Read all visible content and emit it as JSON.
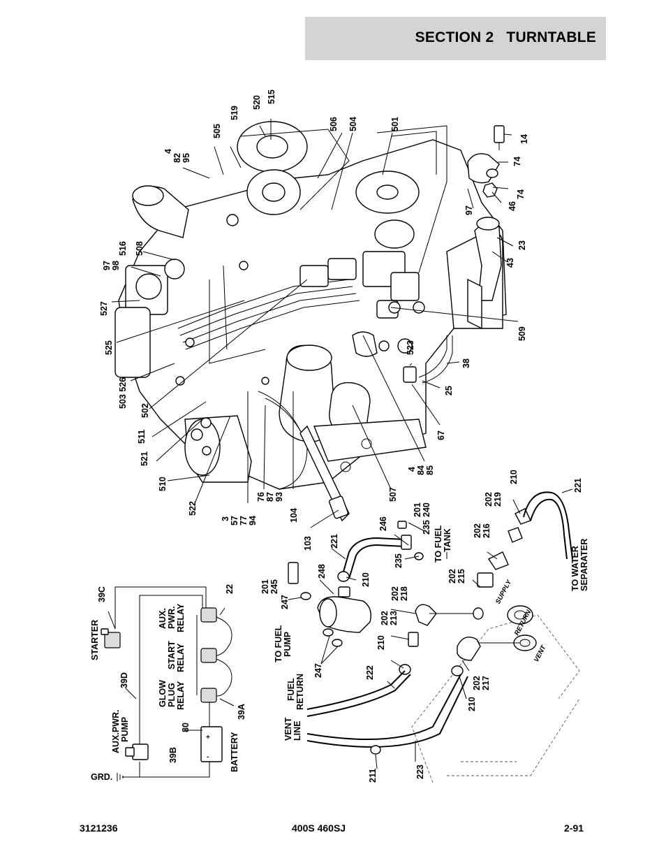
{
  "header": {
    "title": "SECTION 2   TURNTABLE"
  },
  "footer": {
    "left": "3121236",
    "center": "400S 460SJ",
    "right": "2-91"
  },
  "callouts": {
    "c515": "515",
    "c520": "520",
    "c519": "519",
    "c506": "506",
    "c504": "504",
    "c501": "501",
    "c505": "505",
    "c14": "14",
    "c74a": "74",
    "c74b": "74",
    "c46": "46",
    "c97a": "97",
    "c23": "23",
    "c43": "43",
    "c4_82_95": [
      "4",
      "82",
      "95"
    ],
    "c97_98": [
      "97",
      "98"
    ],
    "c516": "516",
    "c508": "508",
    "c527": "527",
    "c525": "525",
    "c503_526": "503 526",
    "c502": "502",
    "c511": "511",
    "c521": "521",
    "c510": "510",
    "c522": "522",
    "c3_57_77_94": [
      "3",
      "57",
      "77",
      "94"
    ],
    "c76_87_93": [
      "76",
      "87",
      "93"
    ],
    "c104": "104",
    "c103": "103",
    "c507": "507",
    "c4_84_85": [
      "4",
      "84",
      "85"
    ],
    "c67": "67",
    "c25": "25",
    "c38": "38",
    "c523": "523",
    "c509": "509",
    "c201_240": [
      "201",
      "240"
    ],
    "c246": "246",
    "c235a": "235",
    "c235b": "235",
    "c221a": "221",
    "c210a": "210",
    "c248": "248",
    "c201_245": [
      "201",
      "245"
    ],
    "c247a": "247",
    "c202_218": [
      "202",
      "218"
    ],
    "c202_213": [
      "202",
      "213"
    ],
    "c210b": "210",
    "c222": "222",
    "c247b": "247",
    "c202_219": [
      "202",
      "219"
    ],
    "c210c": "210",
    "c221b": "221",
    "c202_216": [
      "202",
      "216"
    ],
    "c202_215": [
      "202",
      "215"
    ],
    "c202_217": [
      "202",
      "217"
    ],
    "c210d": "210",
    "c211": "211",
    "c223": "223"
  },
  "labels": {
    "to_fuel_tank": [
      "TO FUEL",
      "TANK"
    ],
    "to_water_separater": [
      "TO WATER",
      "SEPARATER"
    ],
    "to_fuel_pump": [
      "TO FUEL",
      "PUMP"
    ],
    "fuel_return": [
      "FUEL",
      "RETURN"
    ],
    "vent_line": [
      "VENT",
      "LINE"
    ],
    "supply": "SUPPLY",
    "return": "RETURN",
    "vent": "VENT"
  },
  "wiring": {
    "starter": "STARTER",
    "c39c": "39C",
    "c39d": "39D",
    "c39b": "39B",
    "aux_pwr_pump": [
      "AUX.PWR.",
      "PUMP"
    ],
    "grd": "GRD.",
    "aux_pwr_relay": [
      "AUX.",
      "PWR.",
      "RELAY"
    ],
    "start_relay": [
      "START",
      "RELAY"
    ],
    "glow_plug_relay": [
      "GLOW",
      "PLUG",
      "RELAY"
    ],
    "c22": "22",
    "c39a": "39A",
    "c80": "80",
    "battery": "BATTERY"
  }
}
